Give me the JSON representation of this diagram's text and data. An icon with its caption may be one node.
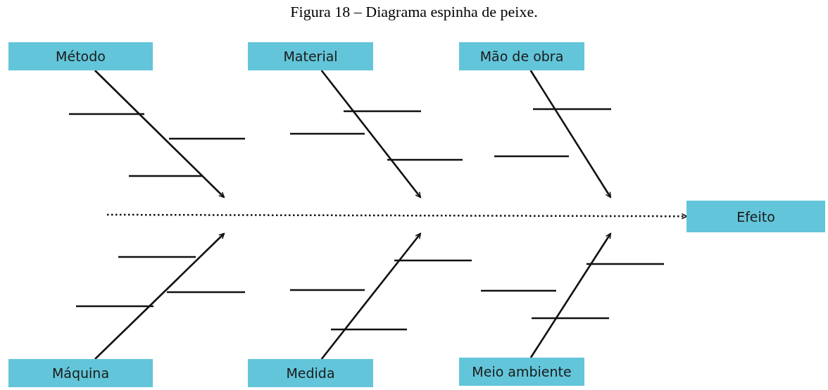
{
  "diagram": {
    "title": "Figura 18 – Diagrama espinha de peixe.",
    "nodes": [
      {
        "text": [
          "Método"
        ]
      },
      {
        "text": [
          "Material"
        ]
      },
      {
        "text": [
          "Mão de obra"
        ]
      },
      {
        "text": [
          "Efeito"
        ]
      },
      {
        "text": [
          "Máquina"
        ]
      },
      {
        "text": [
          "Medida"
        ]
      },
      {
        "text": [
          "Meio ambiente"
        ]
      }
    ],
    "edges": [
      {
        "from": 0,
        "to": null,
        "arrow": "to"
      },
      {
        "from": 1,
        "to": null,
        "arrow": "to"
      },
      {
        "from": 2,
        "to": null,
        "arrow": "to"
      },
      {
        "from": 4,
        "to": null,
        "arrow": "to"
      },
      {
        "from": 5,
        "to": null,
        "arrow": "to"
      },
      {
        "from": 6,
        "to": null,
        "arrow": "to"
      },
      {
        "from": null,
        "to": 3,
        "arrow": "to",
        "style": "dashed"
      }
    ]
  }
}
